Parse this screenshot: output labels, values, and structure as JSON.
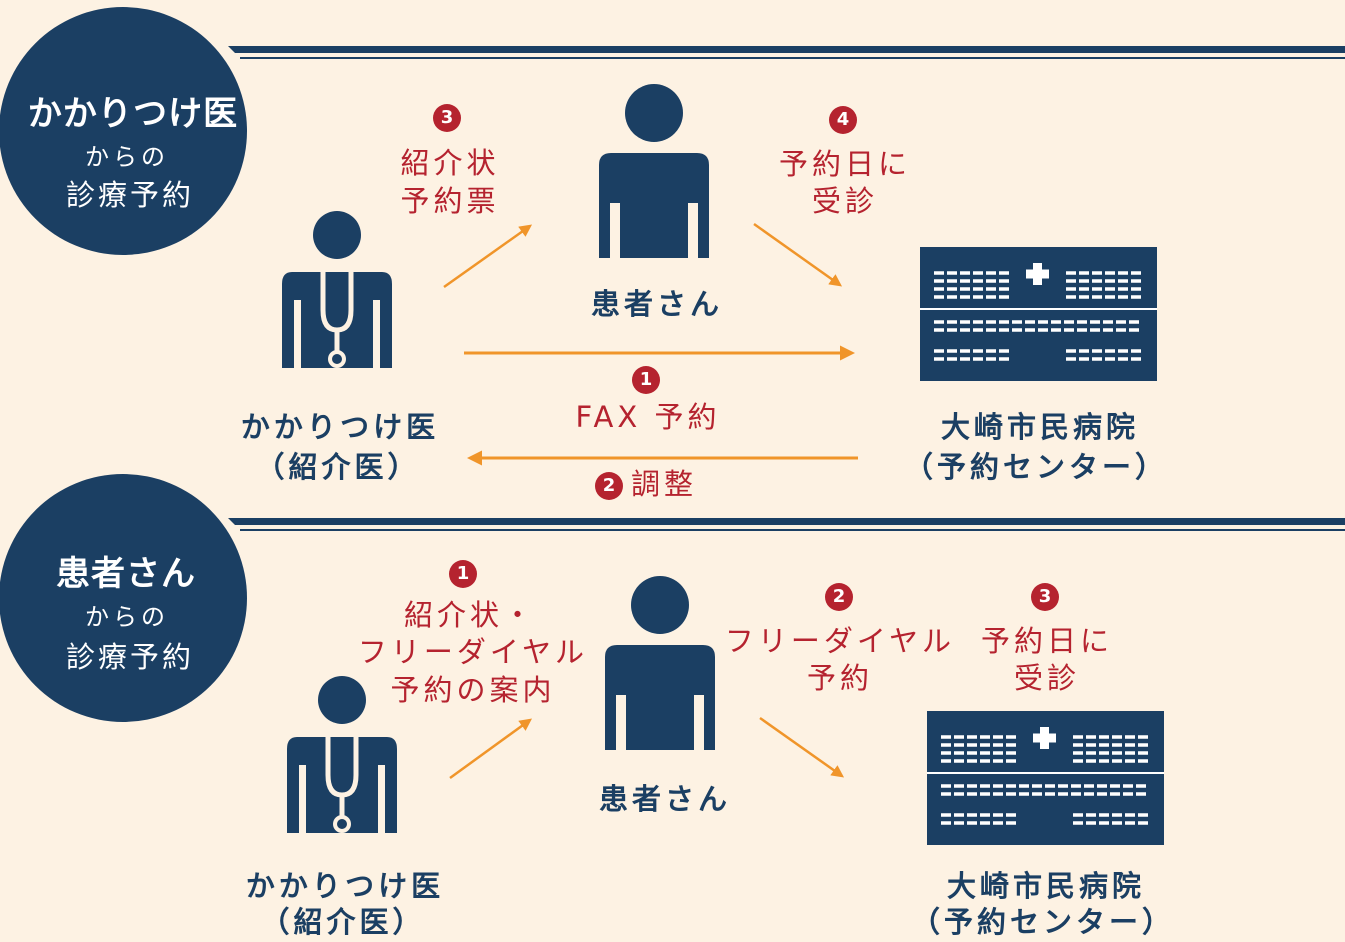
{
  "sections": [
    {
      "circle_title": "かかりつけ医",
      "circle_sub": "からの",
      "circle_sub2": "診療予約",
      "doctor_label_1": "かかりつけ医",
      "doctor_label_2": "（紹介医）",
      "patient_label": "患者さん",
      "hospital_label_1": "大崎市民病院",
      "hospital_label_2": "（予約センター）",
      "steps": [
        {
          "num": "1",
          "lines": [
            "FAX 予約"
          ]
        },
        {
          "num": "2",
          "lines": [
            "調整"
          ]
        },
        {
          "num": "3",
          "lines": [
            "紹介状",
            "予約票"
          ]
        },
        {
          "num": "4",
          "lines": [
            "予約日に",
            "受診"
          ]
        }
      ]
    },
    {
      "circle_title": "患者さん",
      "circle_sub": "からの",
      "circle_sub2": "診療予約",
      "doctor_label_1": "かかりつけ医",
      "doctor_label_2": "（紹介医）",
      "patient_label": "患者さん",
      "hospital_label_1": "大崎市民病院",
      "hospital_label_2": "（予約センター）",
      "steps": [
        {
          "num": "1",
          "lines": [
            "紹介状・",
            "フリーダイヤル",
            "予約の案内"
          ]
        },
        {
          "num": "2",
          "lines": [
            "フリーダイヤル",
            "予約"
          ]
        },
        {
          "num": "3",
          "lines": [
            "予約日に",
            "受診"
          ]
        }
      ]
    }
  ],
  "colors": {
    "background": "#fdf2e3",
    "navy": "#1b3f63",
    "red": "#b5232f",
    "arrow": "#f0952a"
  },
  "icons": [
    "doctor-icon",
    "patient-icon",
    "hospital-icon",
    "arrow-icon"
  ]
}
